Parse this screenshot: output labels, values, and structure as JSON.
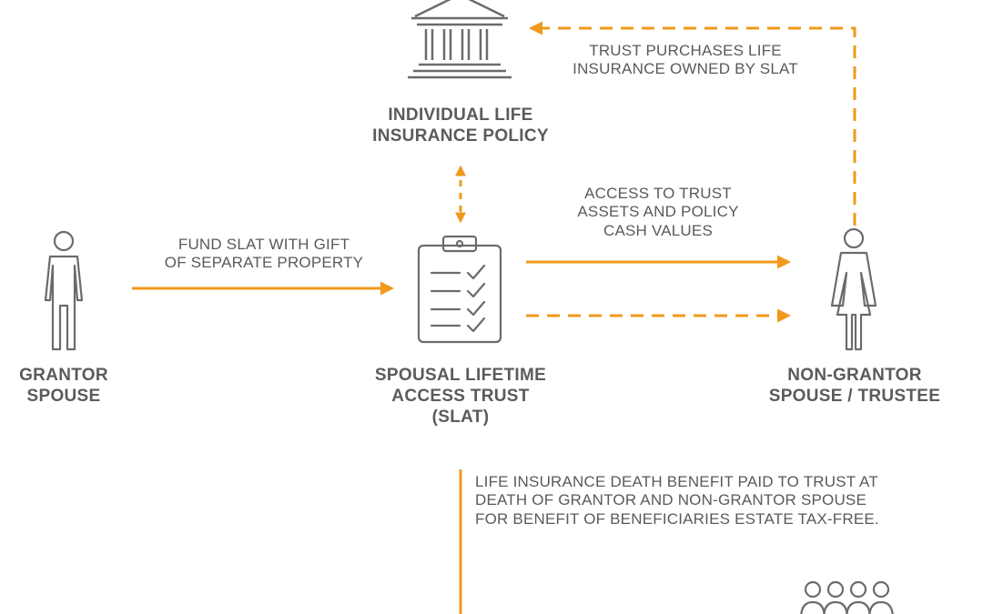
{
  "colors": {
    "accent": "#f0991b",
    "icon": "#6b6b6b",
    "text": "#5a5a5a"
  },
  "nodes": {
    "policy": {
      "title_line1": "INDIVIDUAL LIFE",
      "title_line2": "INSURANCE POLICY",
      "icon": "bank-building-icon"
    },
    "grantor": {
      "title_line1": "GRANTOR",
      "title_line2": "SPOUSE",
      "icon": "man-figure-icon"
    },
    "slat": {
      "title_line1": "SPOUSAL LIFETIME",
      "title_line2": "ACCESS TRUST",
      "title_line3": "(SLAT)",
      "icon": "clipboard-checklist-icon"
    },
    "non_grantor": {
      "title_line1": "NON-GRANTOR",
      "title_line2": "SPOUSE / TRUSTEE",
      "icon": "woman-figure-icon"
    },
    "beneficiaries": {
      "icon": "group-of-people-icon"
    }
  },
  "edges": {
    "purchase": {
      "line1": "TRUST PURCHASES LIFE",
      "line2": "INSURANCE OWNED BY SLAT"
    },
    "fund": {
      "line1": "FUND SLAT WITH GIFT",
      "line2": "OF SEPARATE PROPERTY"
    },
    "access": {
      "line1": "ACCESS TO TRUST",
      "line2": "ASSETS AND POLICY",
      "line3": "CASH VALUES"
    },
    "death_benefit": {
      "line1": "LIFE INSURANCE DEATH BENEFIT PAID TO TRUST AT",
      "line2": "DEATH OF GRANTOR AND NON-GRANTOR SPOUSE",
      "line3": "FOR BENEFIT OF BENEFICIARIES ESTATE TAX-FREE."
    }
  }
}
